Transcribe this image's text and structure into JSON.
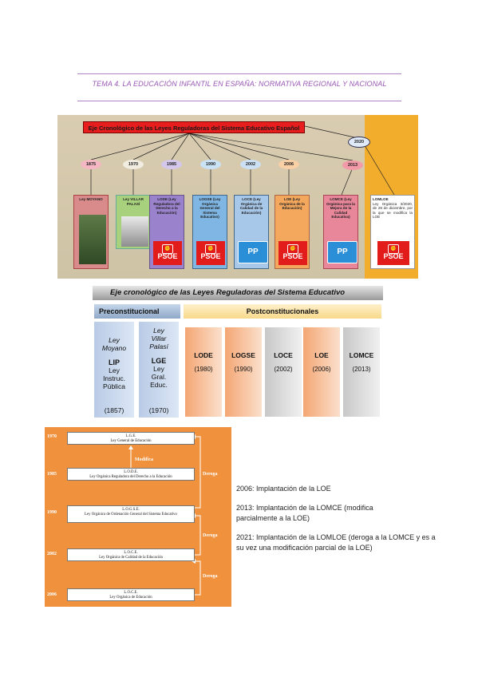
{
  "header": {
    "title": "TEMA 4. LA EDUCACIÓN INFANTIL EN ESPAÑA: NORMATIVA REGIONAL Y NACIONAL"
  },
  "colors": {
    "accent": "#9b59b6",
    "psoe_red": "#e21b1b",
    "pp_blue": "#2a8fd6",
    "orange": "#f0923d"
  },
  "fig1": {
    "title": "Eje Cronológico de las Leyes Reguladoras del Sistema Educativo Español",
    "years": [
      "1875",
      "1970",
      "1985",
      "1990",
      "2002",
      "2006",
      "2013",
      "2020"
    ],
    "laws": [
      {
        "text": "Ley MOYANO"
      },
      {
        "text": "Ley VILLAR PALASÍ"
      },
      {
        "text": "LODE (Ley Reguladora del Derecho a la Educación)",
        "party": "PSOE"
      },
      {
        "text": "LOGSE (Ley Orgánica General del Sistema Educativo)",
        "party": "PSOE"
      },
      {
        "text": "LOCE (Ley Orgánica de Calidad de la Educación)",
        "party": "PP"
      },
      {
        "text": "LOE (Ley Orgánica de la Educación)",
        "party": "PSOE"
      },
      {
        "text": "LOMCE (Ley Orgánica para la Mejora de la Calidad Educativa)",
        "party": "PP"
      }
    ],
    "lomloe": {
      "title": "LOMLOE",
      "text": "Ley Orgánica 3/2020, de 29 de diciembre, por la que se modifica la LOE",
      "party": "PSOE"
    }
  },
  "fig2": {
    "banner": "Eje cronológico de las Leyes Reguladoras del Sistema Educativo",
    "pre_head": "Preconstitucional",
    "post_head": "Postconstitucionales",
    "pre": [
      {
        "l1": "Ley",
        "l2": "Moyano",
        "abbr": "LIP",
        "sub": [
          "Ley",
          "Instruc.",
          "Pública"
        ],
        "year": "(1857)"
      },
      {
        "l1": "Ley",
        "l2": "Villar",
        "l3": "Palasí",
        "abbr": "LGE",
        "sub": [
          "Ley",
          "Gral.",
          "Educ."
        ],
        "year": "(1970)"
      }
    ],
    "post": [
      {
        "abbr": "LODE",
        "year": "(1980)"
      },
      {
        "abbr": "LOGSE",
        "year": "(1990)"
      },
      {
        "abbr": "LOCE",
        "year": "(2002)"
      },
      {
        "abbr": "LOE",
        "year": "(2006)"
      },
      {
        "abbr": "LOMCE",
        "year": "(2013)"
      }
    ]
  },
  "fig3": {
    "rows": [
      {
        "year": "1970",
        "abbr": "L.G.E.",
        "name": "Ley General de Educación"
      },
      {
        "year": "1985",
        "abbr": "L.O.D.E.",
        "name": "Ley Orgánica Reguladora del Derecho a la Educación"
      },
      {
        "year": "1990",
        "abbr": "L.O.G.S.E.",
        "name": "Ley Orgánica de Ordenación General del Sistema Educativo"
      },
      {
        "year": "2002",
        "abbr": "L.O.C.E.",
        "name": "Ley Orgánica de Calidad de la Educación"
      },
      {
        "year": "2006",
        "abbr": "L.O.C.E.",
        "name": "Ley Orgánica de Educación"
      }
    ],
    "labels": {
      "modifica": "Modifica",
      "deroga1": "Deroga",
      "deroga2": "Deroga",
      "deroga3": "Deroga"
    }
  },
  "notes": [
    "2006: Implantación de la LOE",
    "2013: Implantación de la LOMCE (modifica parcialmente a la LOE)",
    "2021: Implantación de la LOMLOE (deroga a la LOMCE y es a su vez una modificación parcial de la LOE)"
  ]
}
